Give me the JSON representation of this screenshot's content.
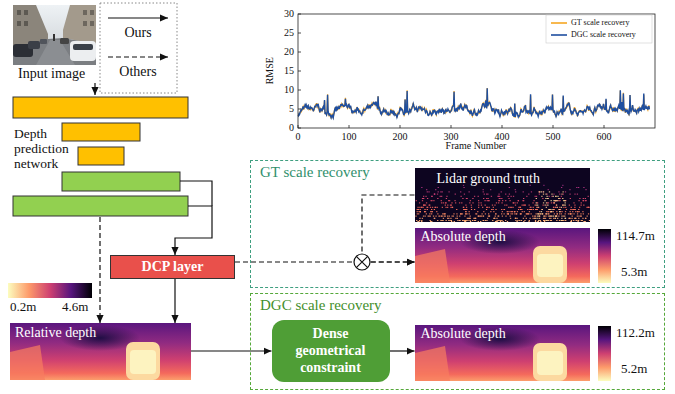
{
  "diagram": {
    "nodes": [
      {
        "text": [
          "Input image"
        ]
      },
      {
        "text": [
          "Depth prediction network"
        ]
      },
      {
        "text": [
          "DCP layer"
        ]
      },
      {
        "text": [
          "Relative depth"
        ]
      },
      {
        "text": [
          "GT scale recovery"
        ]
      },
      {
        "text": [
          "Lidar ground truth"
        ],
        "in": 4
      },
      {
        "text": [
          "Absolute depth"
        ],
        "in": 4
      },
      {
        "text": [
          "DGC scale recovery"
        ]
      },
      {
        "text": [
          "Dense geometrical constraint"
        ],
        "in": 7
      },
      {
        "text": [
          "Absolute depth"
        ],
        "in": 7
      }
    ],
    "edges": [
      {
        "from": 0,
        "to": 1,
        "arrow": "to"
      },
      {
        "from": 1,
        "to": 2,
        "arrow": "to"
      },
      {
        "from": 1,
        "to": 3,
        "arrow": "to"
      },
      {
        "from": 2,
        "to": 3,
        "arrow": "to"
      },
      {
        "from": 2,
        "to": 6,
        "arrow": "to"
      },
      {
        "from": 5,
        "to": 6,
        "arrow": "to"
      },
      {
        "from": 3,
        "to": 8,
        "arrow": "to"
      },
      {
        "from": 8,
        "to": 9,
        "arrow": "to"
      }
    ],
    "labels": [
      "RMSE",
      "0",
      "5",
      "10",
      "15",
      "20",
      "25",
      "30",
      "0",
      "100",
      "200",
      "300",
      "400",
      "500",
      "600",
      "Frame Number",
      "114.7m",
      "5.3m",
      "0.2m",
      "4.6m",
      "112.2m",
      "5.2m"
    ],
    "legend": [
      {
        "text": "Ours"
      },
      {
        "text": "Others"
      },
      {
        "text": "GT scale recovery"
      },
      {
        "text": "DGC scale recovery"
      }
    ]
  }
}
